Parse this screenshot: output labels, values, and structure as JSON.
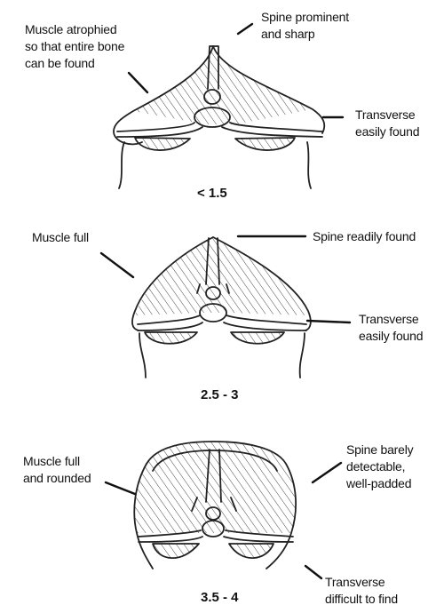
{
  "panels": [
    {
      "score": "< 1.5",
      "labels": {
        "left": [
          "Muscle atrophied",
          "so that entire bone",
          "can be found"
        ],
        "top": [
          "Spine prominent",
          "and sharp"
        ],
        "right": [
          "Transverse",
          "easily found"
        ]
      }
    },
    {
      "score": "2.5 - 3",
      "labels": {
        "left": [
          "Muscle full"
        ],
        "top": [
          "Spine readily found"
        ],
        "right": [
          "Transverse",
          "easily found"
        ]
      }
    },
    {
      "score": "3.5 - 4",
      "labels": {
        "left": [
          "Muscle full",
          "and rounded"
        ],
        "top": [
          "Spine barely",
          "detectable,",
          "well-padded"
        ],
        "right": [
          "Transverse",
          "difficult to find"
        ]
      }
    }
  ]
}
